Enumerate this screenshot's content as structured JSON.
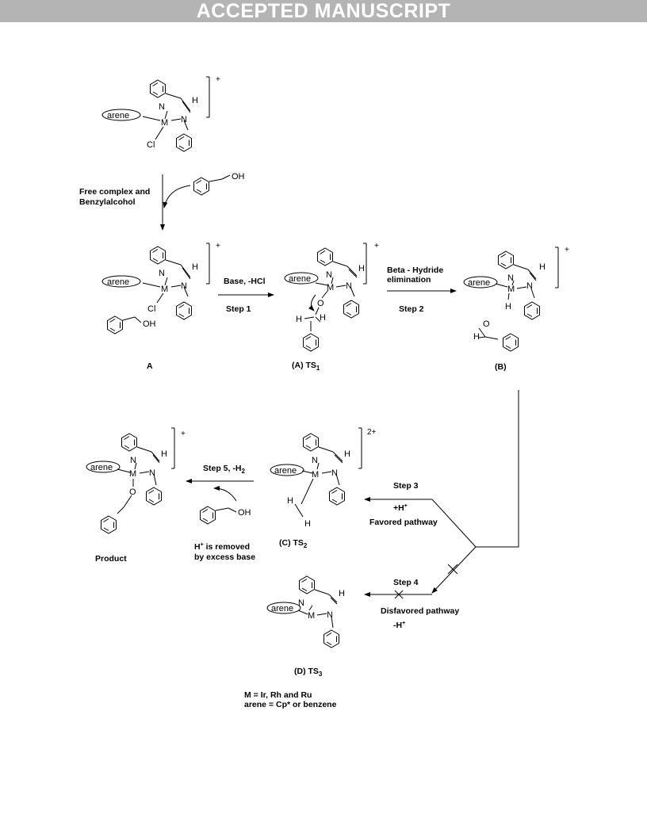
{
  "banner": "ACCEPTED MANUSCRIPT",
  "atoms": {
    "N": "N",
    "M": "M",
    "H": "H",
    "O": "O",
    "OH": "OH",
    "Cl": "Cl",
    "arene": "arene",
    "plus": "+",
    "two_plus": "2+"
  },
  "conditions": {
    "free_complex_1": "Free complex and",
    "free_complex_2": "Benzylalcohol",
    "base": "Base, -HCl",
    "step1": "Step 1",
    "beta_1": "Beta - Hydride",
    "beta_2": "elimination",
    "step2": "Step 2",
    "step3": "Step 3",
    "plus_h": "+H",
    "favored": "Favored pathway",
    "step4": "Step 4",
    "disfavored": "Disfavored pathway",
    "minus_h": "-H",
    "step5": "Step 5, -H",
    "h_removed_1": "H",
    "h_removed_1b": " is removed",
    "h_removed_2": "by excess base"
  },
  "captions": {
    "A": "A",
    "TS1": "(A) TS",
    "TS1_sub": "1",
    "B": "(B)",
    "TS2": "(C) TS",
    "TS2_sub": "2",
    "TS3": "(D) TS",
    "TS3_sub": "3",
    "product": "Product"
  },
  "legend": {
    "line1": "M = Ir, Rh and Ru",
    "line2": "arene = Cp* or benzene"
  }
}
